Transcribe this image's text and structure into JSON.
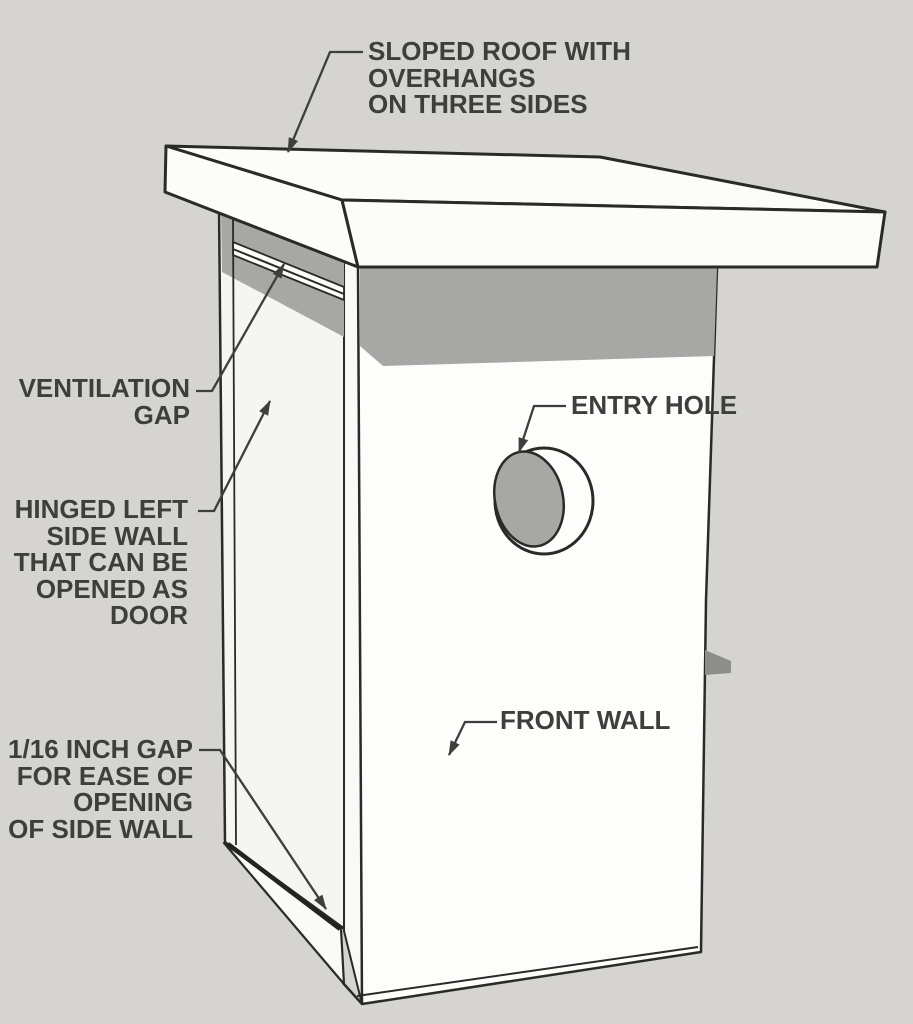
{
  "diagram_subject": "Birdhouse nest box exploded-view style annotation diagram",
  "labels": {
    "sloped_roof": {
      "lines": [
        "SLOPED ROOF WITH",
        "OVERHANGS",
        "ON THREE SIDES"
      ]
    },
    "ventilation_gap": {
      "lines": [
        "VENTILATION",
        "GAP"
      ]
    },
    "hinged_side": {
      "lines": [
        "HINGED LEFT",
        "SIDE WALL",
        "THAT CAN BE",
        "OPENED AS",
        "DOOR"
      ]
    },
    "gap_one_sixteenth": {
      "lines": [
        "1/16 INCH GAP",
        "FOR EASE OF",
        "OPENING",
        "OF SIDE WALL"
      ]
    },
    "entry_hole": {
      "text": "ENTRY HOLE"
    },
    "front_wall": {
      "text": "FRONT WALL"
    }
  },
  "colors": {
    "background": "#d5d4d0",
    "outline": "#2a2a28",
    "face_white": "#fcfcfa",
    "door_white": "#f5f5f2",
    "shadow_gray": "#a7a7a5",
    "wedge_gray": "#8d8d8b",
    "text": "#3e3e3c"
  }
}
